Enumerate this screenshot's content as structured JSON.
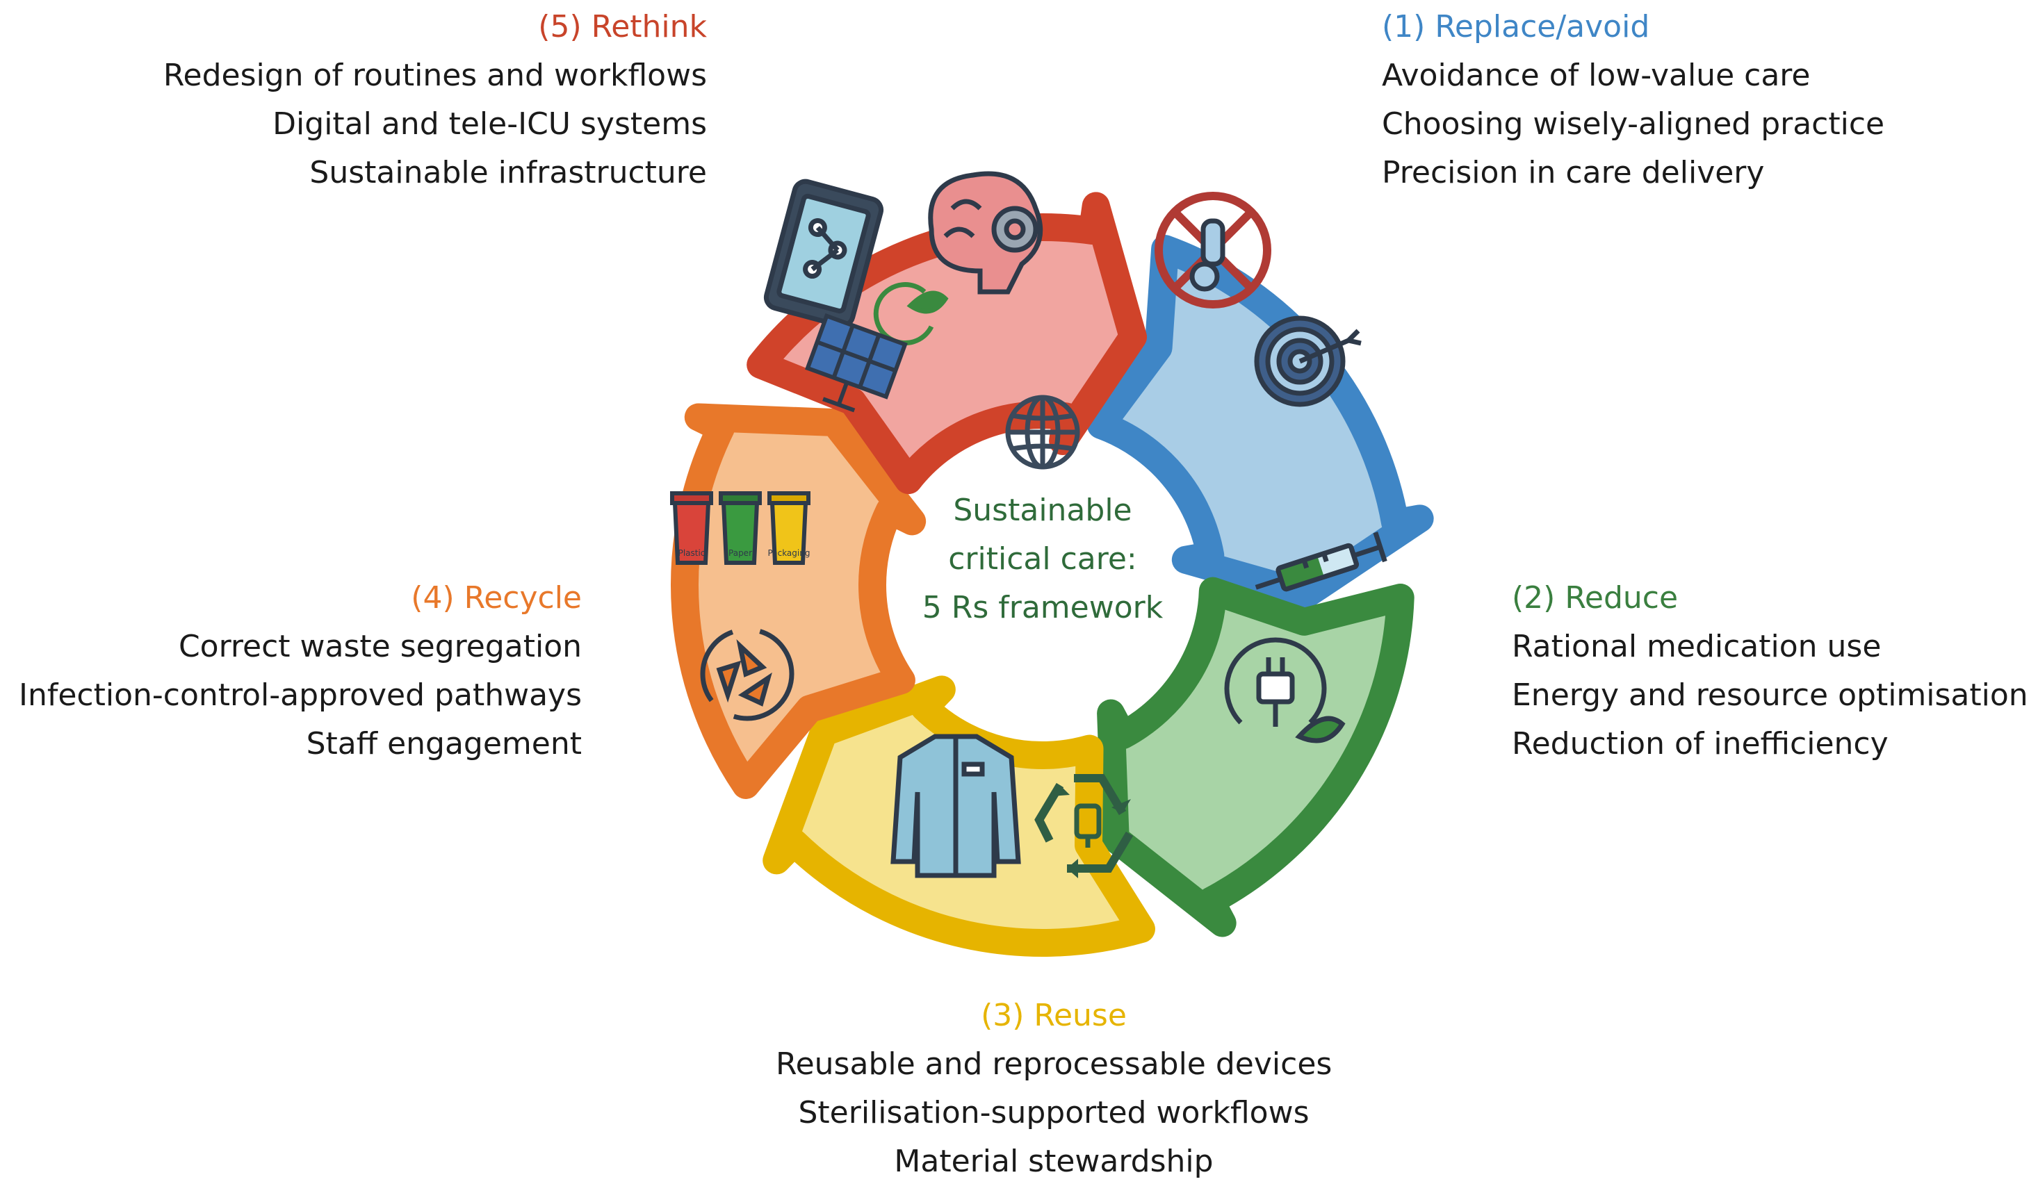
{
  "center": {
    "lines": [
      "Sustainable",
      "critical care:",
      "5 Rs framework"
    ],
    "color": "#2f6b3a",
    "icon": "globe-icon"
  },
  "segments": [
    {
      "id": "replace",
      "heading": "(1) Replace/avoid",
      "color": "#3f86c6",
      "fill": "#a9cde6",
      "items": [
        "Avoidance of low-value care",
        "Choosing wisely-aligned practice",
        "Precision in care delivery"
      ],
      "icons": [
        "prohibited-test-tube-icon",
        "target-icon"
      ]
    },
    {
      "id": "reduce",
      "heading": "(2) Reduce",
      "color": "#3a8a3f",
      "fill": "#a8d4a6",
      "items": [
        "Rational medication use",
        "Energy and resource optimisation",
        "Reduction of inefficiency"
      ],
      "icons": [
        "syringe-icon",
        "eco-plug-icon"
      ]
    },
    {
      "id": "reuse",
      "heading": "(3) Reuse",
      "color": "#e6b400",
      "fill": "#f6e38e",
      "items": [
        "Reusable and reprocessable devices",
        "Sterilisation-supported workflows",
        "Material stewardship"
      ],
      "icons": [
        "gown-icon",
        "recycle-iv-bag-icon"
      ]
    },
    {
      "id": "recycle",
      "heading": "(4) Recycle",
      "color": "#e8782a",
      "fill": "#f6bf8e",
      "items": [
        "Correct waste segregation",
        "Infection-control-approved pathways",
        "Staff engagement"
      ],
      "icons": [
        "waste-bins-icon",
        "recycle-icon"
      ],
      "bin_labels": [
        "Plastic",
        "Paper",
        "Packaging"
      ]
    },
    {
      "id": "rethink",
      "heading": "(5) Rethink",
      "color": "#d0432a",
      "fill": "#f1a5a0",
      "items": [
        "Redesign of routines and workflows",
        "Digital and tele-ICU systems",
        "Sustainable infrastructure"
      ],
      "icons": [
        "tablet-icon",
        "brain-gear-icon",
        "solar-panel-icon",
        "eco-cycle-icon"
      ]
    }
  ],
  "colors": {
    "ring_red": "#d9443a",
    "ring_blue": "#3f86c6",
    "ring_green": "#3a8a3f",
    "ring_yellow": "#e9bd12",
    "ring_orange": "#e8782a",
    "icon_dark": "#2e3a4a",
    "icon_green": "#2f6b3a"
  }
}
